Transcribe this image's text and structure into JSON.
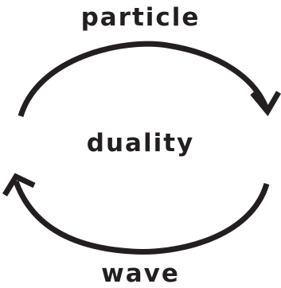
{
  "diagram": {
    "top_label": "particle",
    "center_label": "duality",
    "bottom_label": "wave"
  },
  "colors": {
    "ink": "#231f20",
    "background": "#ffffff"
  },
  "icons": {
    "top_arrow": "arrowhead-right-icon",
    "bottom_arrow": "arrowhead-left-icon"
  }
}
